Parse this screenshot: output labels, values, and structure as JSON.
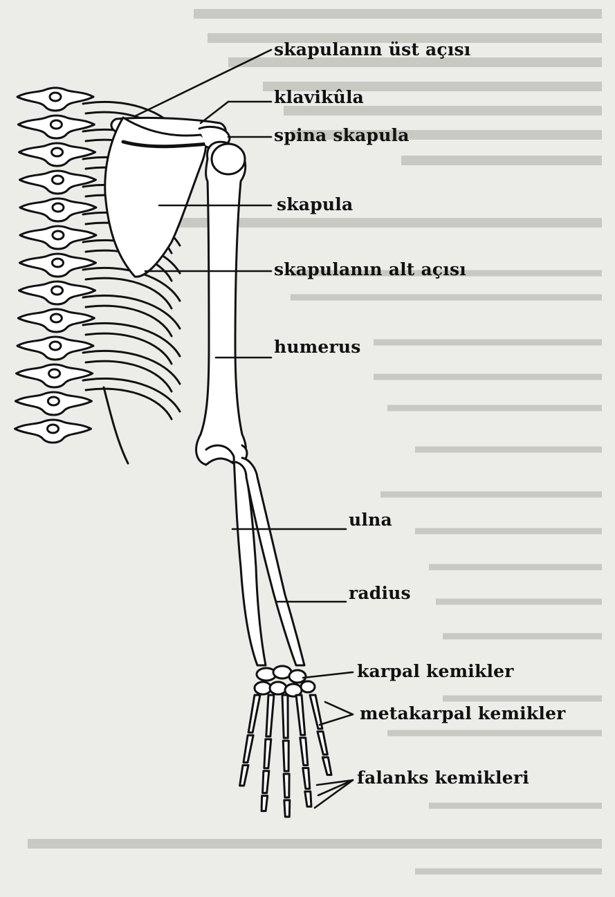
{
  "labels": {
    "scapula_superior_angle": "skapulanın üst açısı",
    "clavicle": "klavikûla",
    "spina_scapula": "spina skapula",
    "scapula": "skapula",
    "scapula_inferior_angle": "skapulanın alt açısı",
    "humerus": "humerus",
    "ulna": "ulna",
    "radius": "radius",
    "carpals": "karpal kemikler",
    "metacarpals": "metakarpal kemikler",
    "phalanges": "falanks kemikleri"
  },
  "colors": {
    "paper": "#ecece8",
    "ink": "#111111",
    "bleed_through": "#c9c9c4"
  }
}
